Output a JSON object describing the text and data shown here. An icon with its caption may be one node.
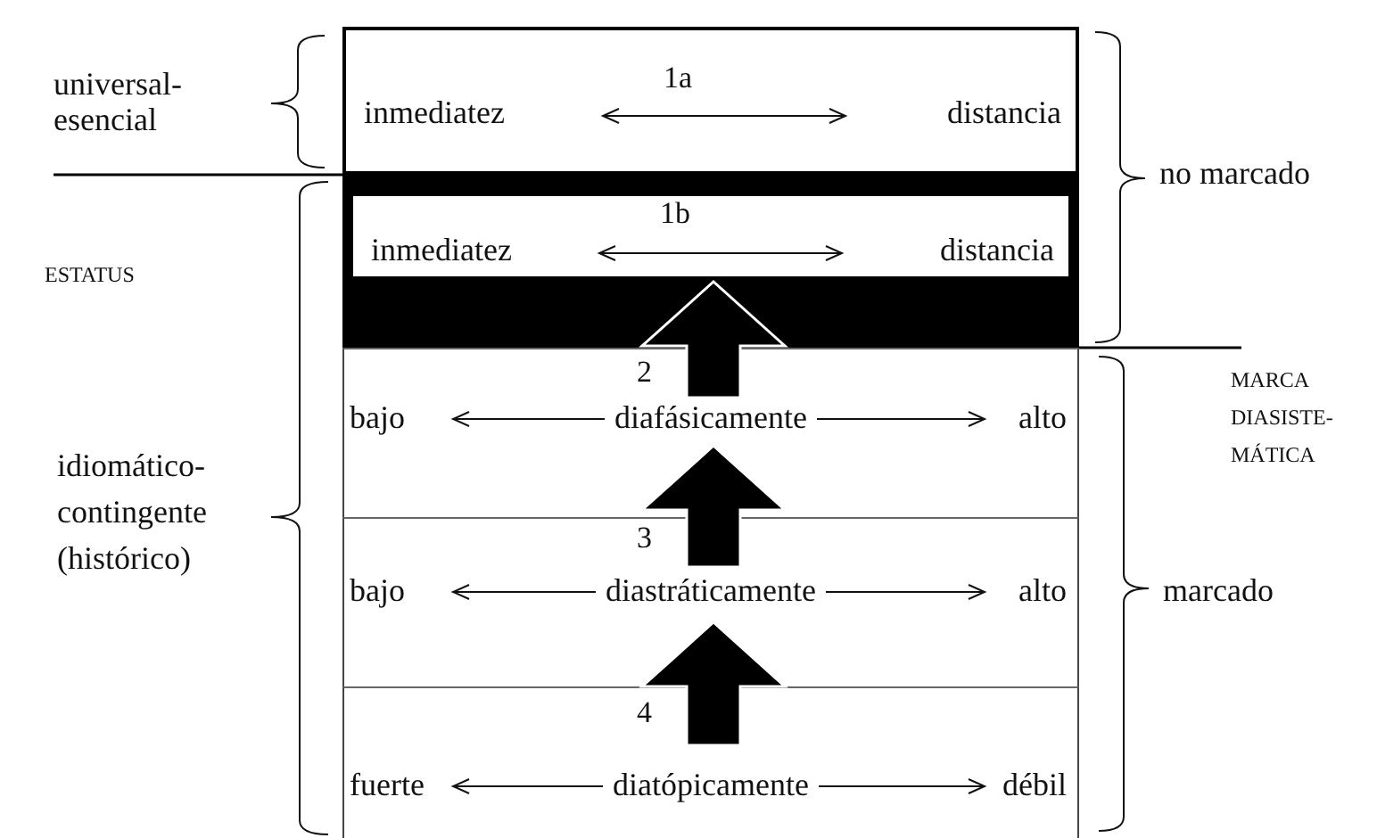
{
  "diagram": {
    "nodes": [
      {
        "text": [
          "1a",
          "inmediatez",
          "distancia"
        ]
      },
      {
        "text": [],
        "shape": "box"
      },
      {
        "text": [
          "1b",
          "inmediatez",
          "distancia"
        ],
        "in": 1
      },
      {
        "text": [
          "2",
          "bajo",
          "diafásicamente",
          "alto"
        ]
      },
      {
        "text": [
          "3",
          "bajo",
          "diastráticamente",
          "alto"
        ]
      },
      {
        "text": [
          "4",
          "fuerte",
          "diatópicamente",
          "débil"
        ]
      }
    ],
    "edges": [
      {
        "from": 5,
        "to": 4,
        "arrow": "to",
        "style": "thick"
      },
      {
        "from": 4,
        "to": 3,
        "arrow": "to",
        "style": "thick"
      },
      {
        "from": 3,
        "to": 2,
        "arrow": "to",
        "style": "thick"
      }
    ],
    "labels": [
      "universal-esencial",
      "ESTATUS",
      "idiomático-contingente (histórico)",
      "no marcado",
      "MARCA DIASISTE-MÁTICA",
      "marcado"
    ]
  }
}
